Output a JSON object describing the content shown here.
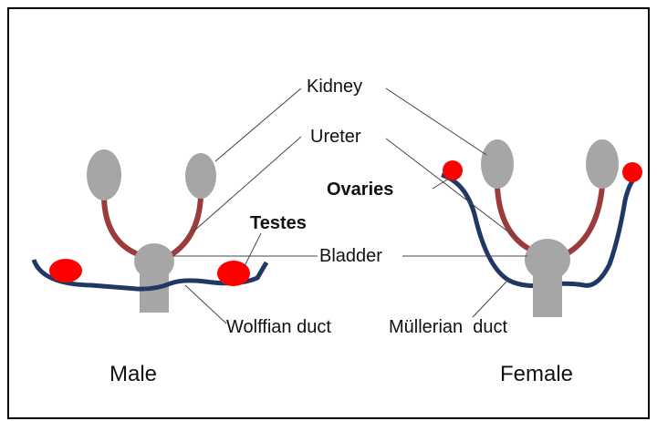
{
  "labels": {
    "kidney": "Kidney",
    "ureter": "Ureter",
    "testes": "Testes",
    "ovaries": "Ovaries",
    "bladder": "Bladder",
    "wolffian_duct": "Wolffian duct",
    "mullerian_duct": "Müllerian  duct",
    "male": "Male",
    "female": "Female"
  },
  "colors": {
    "kidney_bladder": "#a6a6a6",
    "ureter": "#9b3b3b",
    "duct": "#1f3864",
    "gonad": "#ff0000",
    "leader_line": "#444444",
    "frame": "#000000"
  }
}
